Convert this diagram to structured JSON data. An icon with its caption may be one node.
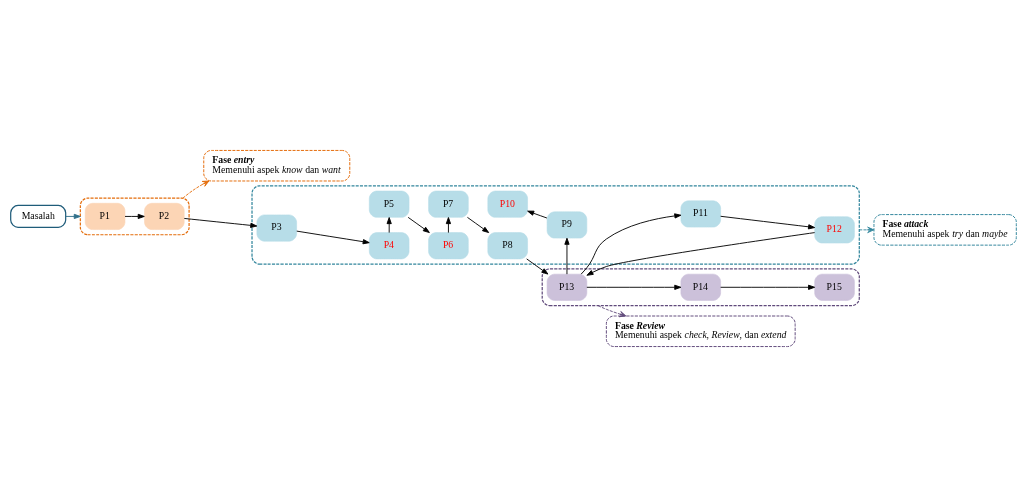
{
  "diagram": {
    "nodes": [
      {
        "text": [
          "Masalah"
        ]
      },
      {
        "text": [],
        "shape": "box"
      },
      {
        "text": [
          "P1"
        ],
        "in": 1
      },
      {
        "text": [
          "P2"
        ],
        "in": 1
      },
      {
        "text": [
          "Fase *entry*",
          "Memenuhi aspek *know* dan *want*"
        ]
      },
      {
        "text": [
          "Fase *attack*",
          "Memenuhi aspek *try* dan *maybe*"
        ]
      },
      {
        "text": [],
        "shape": "box"
      },
      {
        "text": [
          "P3"
        ],
        "in": 6
      },
      {
        "text": [
          "P4"
        ],
        "in": 6
      },
      {
        "text": [
          "P5"
        ],
        "in": 6
      },
      {
        "text": [
          "P6"
        ],
        "in": 6
      },
      {
        "text": [
          "P7"
        ],
        "in": 6
      },
      {
        "text": [
          "P8"
        ],
        "in": 6
      },
      {
        "text": [
          "P9"
        ],
        "in": 6
      },
      {
        "text": [
          "P10"
        ],
        "in": 6
      },
      {
        "text": [
          "P11"
        ],
        "in": 6
      },
      {
        "text": [
          "P12"
        ],
        "in": 6
      },
      {
        "text": [],
        "shape": "box"
      },
      {
        "text": [
          "P15"
        ],
        "in": 17
      },
      {
        "text": [
          "P14"
        ],
        "in": 17
      },
      {
        "text": [
          "P13"
        ],
        "in": 17
      },
      {
        "text": [
          "Fase *Review*",
          "Memenuhi aspek *check*, *Review*, dan *extend*"
        ]
      }
    ],
    "edges": [
      {
        "from": 0,
        "to": 1,
        "arrow": "to",
        "color": "#31708a"
      },
      {
        "from": 2,
        "to": 3,
        "arrow": "to"
      },
      {
        "from": 3,
        "to": 7,
        "arrow": "to"
      },
      {
        "from": 1,
        "to": 4,
        "arrow": "to",
        "style": "dashed",
        "color": "#e46c0a"
      },
      {
        "from": 6,
        "to": 5,
        "arrow": "to",
        "style": "dashed",
        "color": "#31859c"
      },
      {
        "from": 7,
        "to": 8,
        "arrow": "to"
      },
      {
        "from": 8,
        "to": 9,
        "arrow": "to"
      },
      {
        "from": 9,
        "to": 10,
        "arrow": "to"
      },
      {
        "from": 10,
        "to": 11,
        "arrow": "to"
      },
      {
        "from": 11,
        "to": 12,
        "arrow": "to"
      },
      {
        "from": 12,
        "to": 20,
        "arrow": "to"
      },
      {
        "from": 13,
        "to": 14,
        "arrow": "to"
      },
      {
        "from": 20,
        "to": 13,
        "arrow": "to"
      },
      {
        "from": 20,
        "to": 15,
        "arrow": "to"
      },
      {
        "from": 15,
        "to": 16,
        "arrow": "to"
      },
      {
        "from": 16,
        "to": 20,
        "arrow": "to"
      },
      {
        "from": 20,
        "to": 19,
        "arrow": "to"
      },
      {
        "from": 19,
        "to": 18,
        "arrow": "to"
      },
      {
        "from": 17,
        "to": 21,
        "arrow": "to",
        "style": "dashed",
        "color": "#604a7b"
      }
    ]
  }
}
